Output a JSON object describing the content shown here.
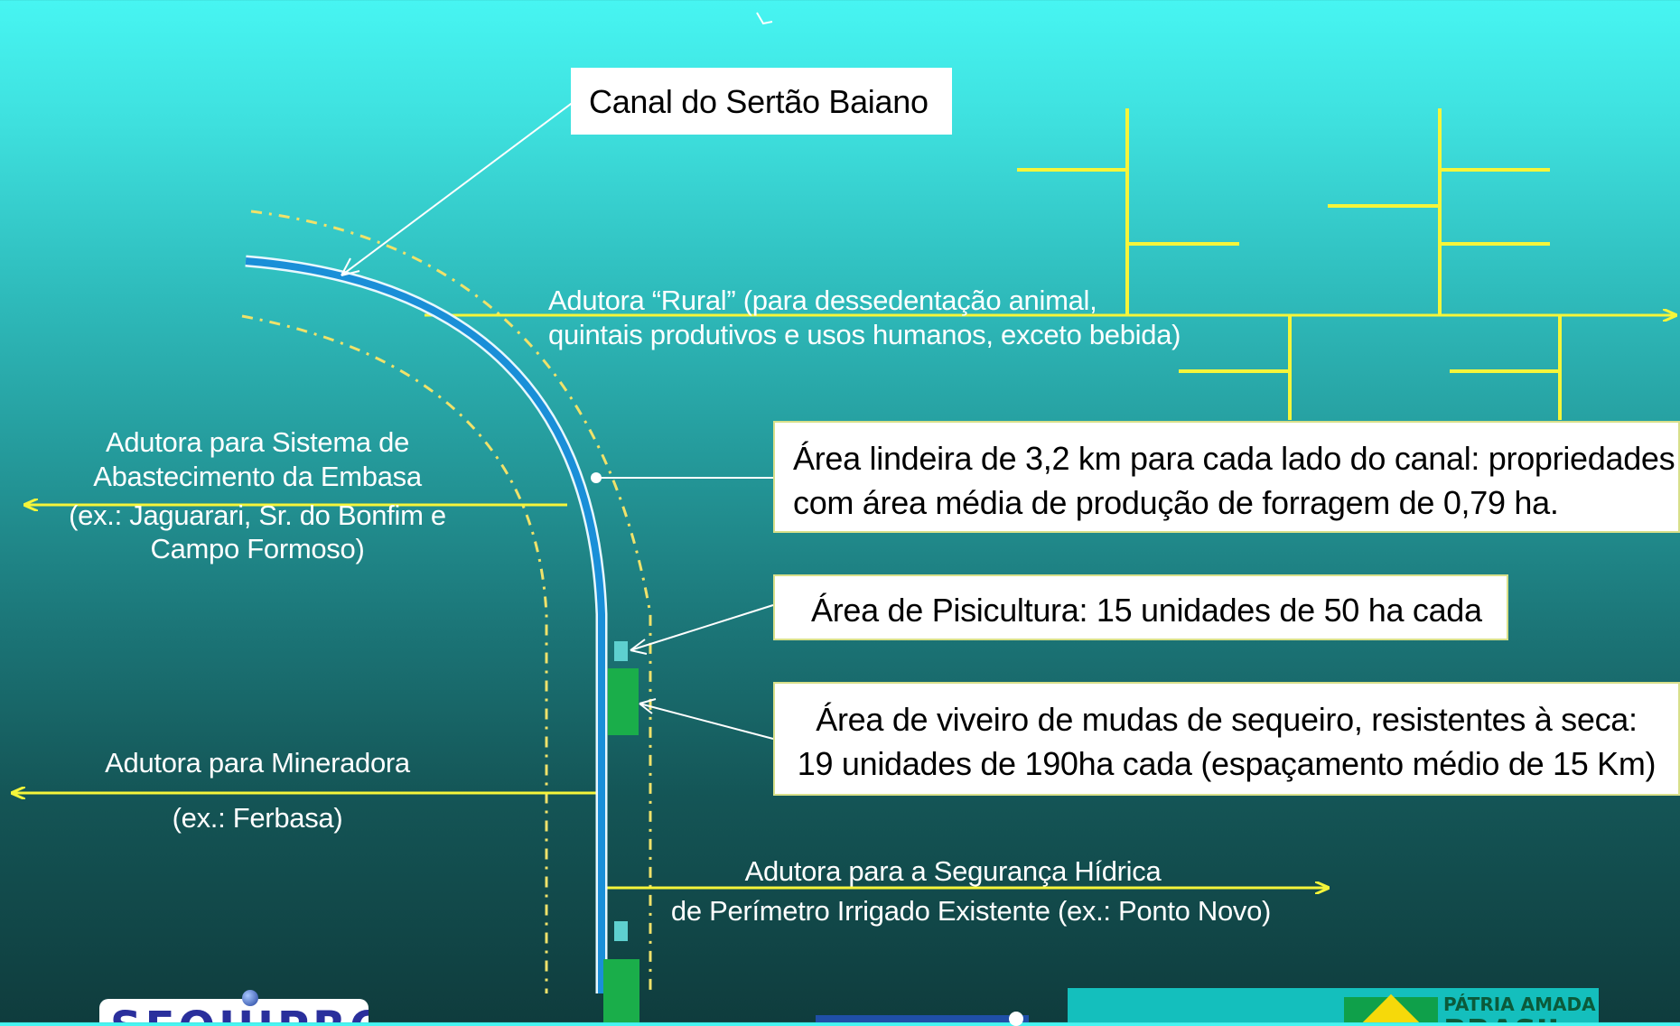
{
  "title_box": {
    "text": "Canal do Sertão Baiano"
  },
  "labels": {
    "rural_line1": "Adutora  “Rural” (para dessedentação  animal,",
    "rural_line2": "quintais produtivos e usos humanos, exceto bebida)",
    "embasa_line1": "Adutora  para Sistema de",
    "embasa_line2": "Abastecimento da Embasa",
    "embasa_line3": "(ex.: Jaguarari, Sr. do Bonfim e",
    "embasa_line4": "Campo Formoso)",
    "mineradora_line1": "Adutora  para Mineradora",
    "mineradora_line2": "(ex.: Ferbasa)",
    "seguranca_line1": "Adutora  para a Segurança Hídrica",
    "seguranca_line2": "de Perímetro Irrigado Existente (ex.: Ponto Novo)"
  },
  "boxes": {
    "lindeira_line1": "Área lindeira de 3,2 km para cada lado do canal: propriedades",
    "lindeira_line2": "com área média de produção de forragem  de 0,79 ha.",
    "piscicultura": "Área de Pisicultura: 15 unidades de 50 ha cada",
    "viveiro_line1": "Área de viveiro de mudas de sequeiro, resistentes à seca:",
    "viveiro_line2": "19 unidades de 190ha cada (espaçamento médio de 15 Km)"
  },
  "logos": {
    "sequipro_text": "SEQUIPRO",
    "patria_text": "PÁTRIA AMADA",
    "brasil_text": "BRASIL"
  },
  "colors": {
    "canal": "#1a8fd8",
    "adutora": "#f5f53a",
    "dashed_boundary": "#f0e26a",
    "piscicultura_marker": "#5ed0cf",
    "viveiro_marker": "#1aae4a",
    "callout_line": "#ffffff"
  }
}
